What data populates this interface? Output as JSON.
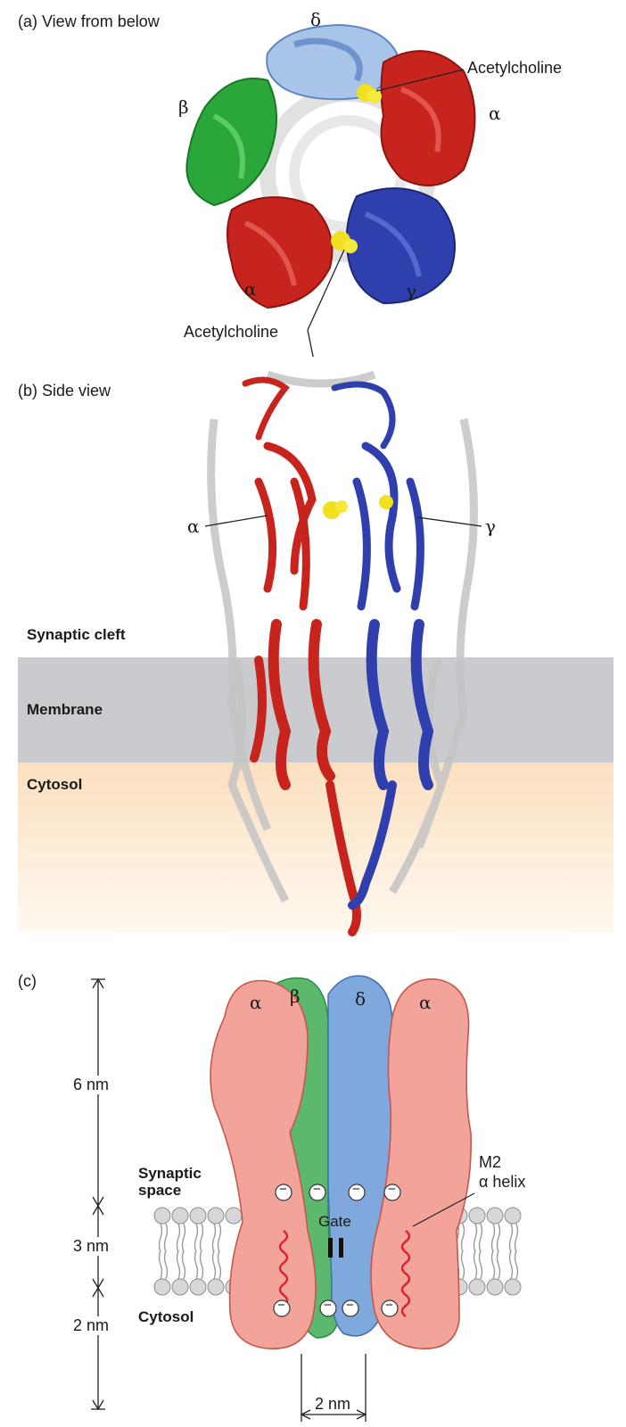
{
  "panel_a": {
    "label": "(a) View from below",
    "subunits": {
      "delta": "δ",
      "alpha_top": "α",
      "beta": "β",
      "alpha_bottom": "α",
      "gamma": "γ"
    },
    "ligand_label_top": "Acetylcholine",
    "ligand_label_bottom": "Acetylcholine"
  },
  "panel_b": {
    "label": "(b) Side view",
    "alpha": "α",
    "gamma": "γ",
    "regions": {
      "synaptic_cleft": "Synaptic cleft",
      "membrane": "Membrane",
      "cytosol": "Cytosol"
    }
  },
  "panel_c": {
    "label": "(c)",
    "subunits": {
      "alpha_left": "α",
      "beta": "β",
      "delta": "δ",
      "alpha_right": "α"
    },
    "dimensions": {
      "top": "6 nm",
      "middle": "3 nm",
      "bottom": "2 nm",
      "width": "2 nm"
    },
    "synaptic_space": [
      "Synaptic",
      "space"
    ],
    "cytosol": "Cytosol",
    "gate": "Gate",
    "helix_label": [
      "M2",
      "α helix"
    ],
    "charge_symbol": "−"
  },
  "colors": {
    "alpha": "#c8241e",
    "beta": "#2aa63a",
    "delta": "#a8c4e8",
    "gamma": "#2f3fae",
    "ligand": "#f0e020",
    "membrane": "#c9cbce",
    "cytosol": "#fbe3c6",
    "c_alpha": "#f3a49a",
    "c_beta": "#5cb86c",
    "c_delta": "#7fa8dc"
  }
}
